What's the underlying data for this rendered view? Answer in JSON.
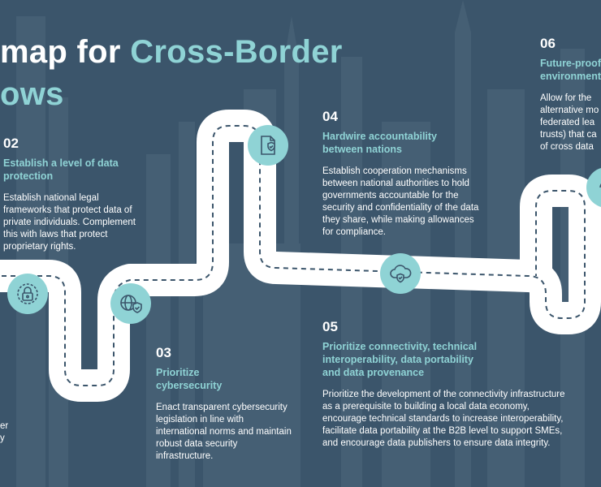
{
  "title": {
    "prefix": "map for ",
    "accent": "Cross-Border",
    "line2": "ows"
  },
  "steps": [
    {
      "num": "02",
      "heading": "Establish a level of data protection",
      "body": "Establish national legal frameworks that protect data of private individuals. Complement this with laws that protect proprietary rights."
    },
    {
      "num": "03",
      "heading": "Prioritize cybersecurity",
      "body": "Enact transparent cybersecurity legislation in line with international norms and maintain robust data security infrastructure."
    },
    {
      "num": "04",
      "heading": "Hardwire accountability between nations",
      "body": "Establish cooperation mechanisms between national authorities to hold governments accountable for the security and confidentiality of the data they share, while making allowances for compliance."
    },
    {
      "num": "05",
      "heading": "Prioritize connectivity, technical interoperability, data portability and data provenance",
      "body": "Prioritize the development of the connectivity infrastructure as a prerequisite to building a local data economy, encourage technical standards to increase interoperability, facilitate data portability at the B2B level to support SMEs, and encourage data publishers to ensure data integrity."
    },
    {
      "num": "06",
      "heading": "Future-proof environment",
      "body": "Allow for the alternative mo federated lea trusts) that ca of cross data"
    }
  ],
  "left_cutoff": {
    "line1": "er",
    "line2": "y"
  },
  "icons": [
    "padlock-icon",
    "globe-shield-icon",
    "document-shield-icon",
    "cloud-shield-icon",
    "refresh-icon"
  ],
  "colors": {
    "background": "#3b556b",
    "accent": "#8fd3d5",
    "road": "#ffffff",
    "dash": "#3b556b"
  }
}
